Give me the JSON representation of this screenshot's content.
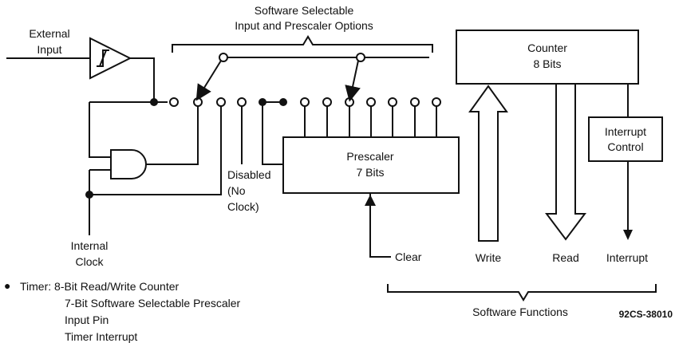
{
  "labels": {
    "external_input_1": "External",
    "external_input_2": "Input",
    "options_title_1": "Software Selectable",
    "options_title_2": "Input and Prescaler Options",
    "counter_1": "Counter",
    "counter_2": "8 Bits",
    "prescaler_1": "Prescaler",
    "prescaler_2": "7 Bits",
    "interrupt_control_1": "Interrupt",
    "interrupt_control_2": "Control",
    "disabled_1": "Disabled",
    "disabled_2": "(No",
    "disabled_3": "Clock)",
    "internal_clock_1": "Internal",
    "internal_clock_2": "Clock",
    "clear": "Clear",
    "write": "Write",
    "read": "Read",
    "interrupt": "Interrupt",
    "software_functions": "Software Functions",
    "figure_code": "92CS-38010"
  },
  "notes": {
    "bullet": "●",
    "line1": "Timer: 8-Bit Read/Write Counter",
    "line2": "7-Bit Software Selectable Prescaler",
    "line3": "Input Pin",
    "line4": "Timer Interrupt"
  }
}
